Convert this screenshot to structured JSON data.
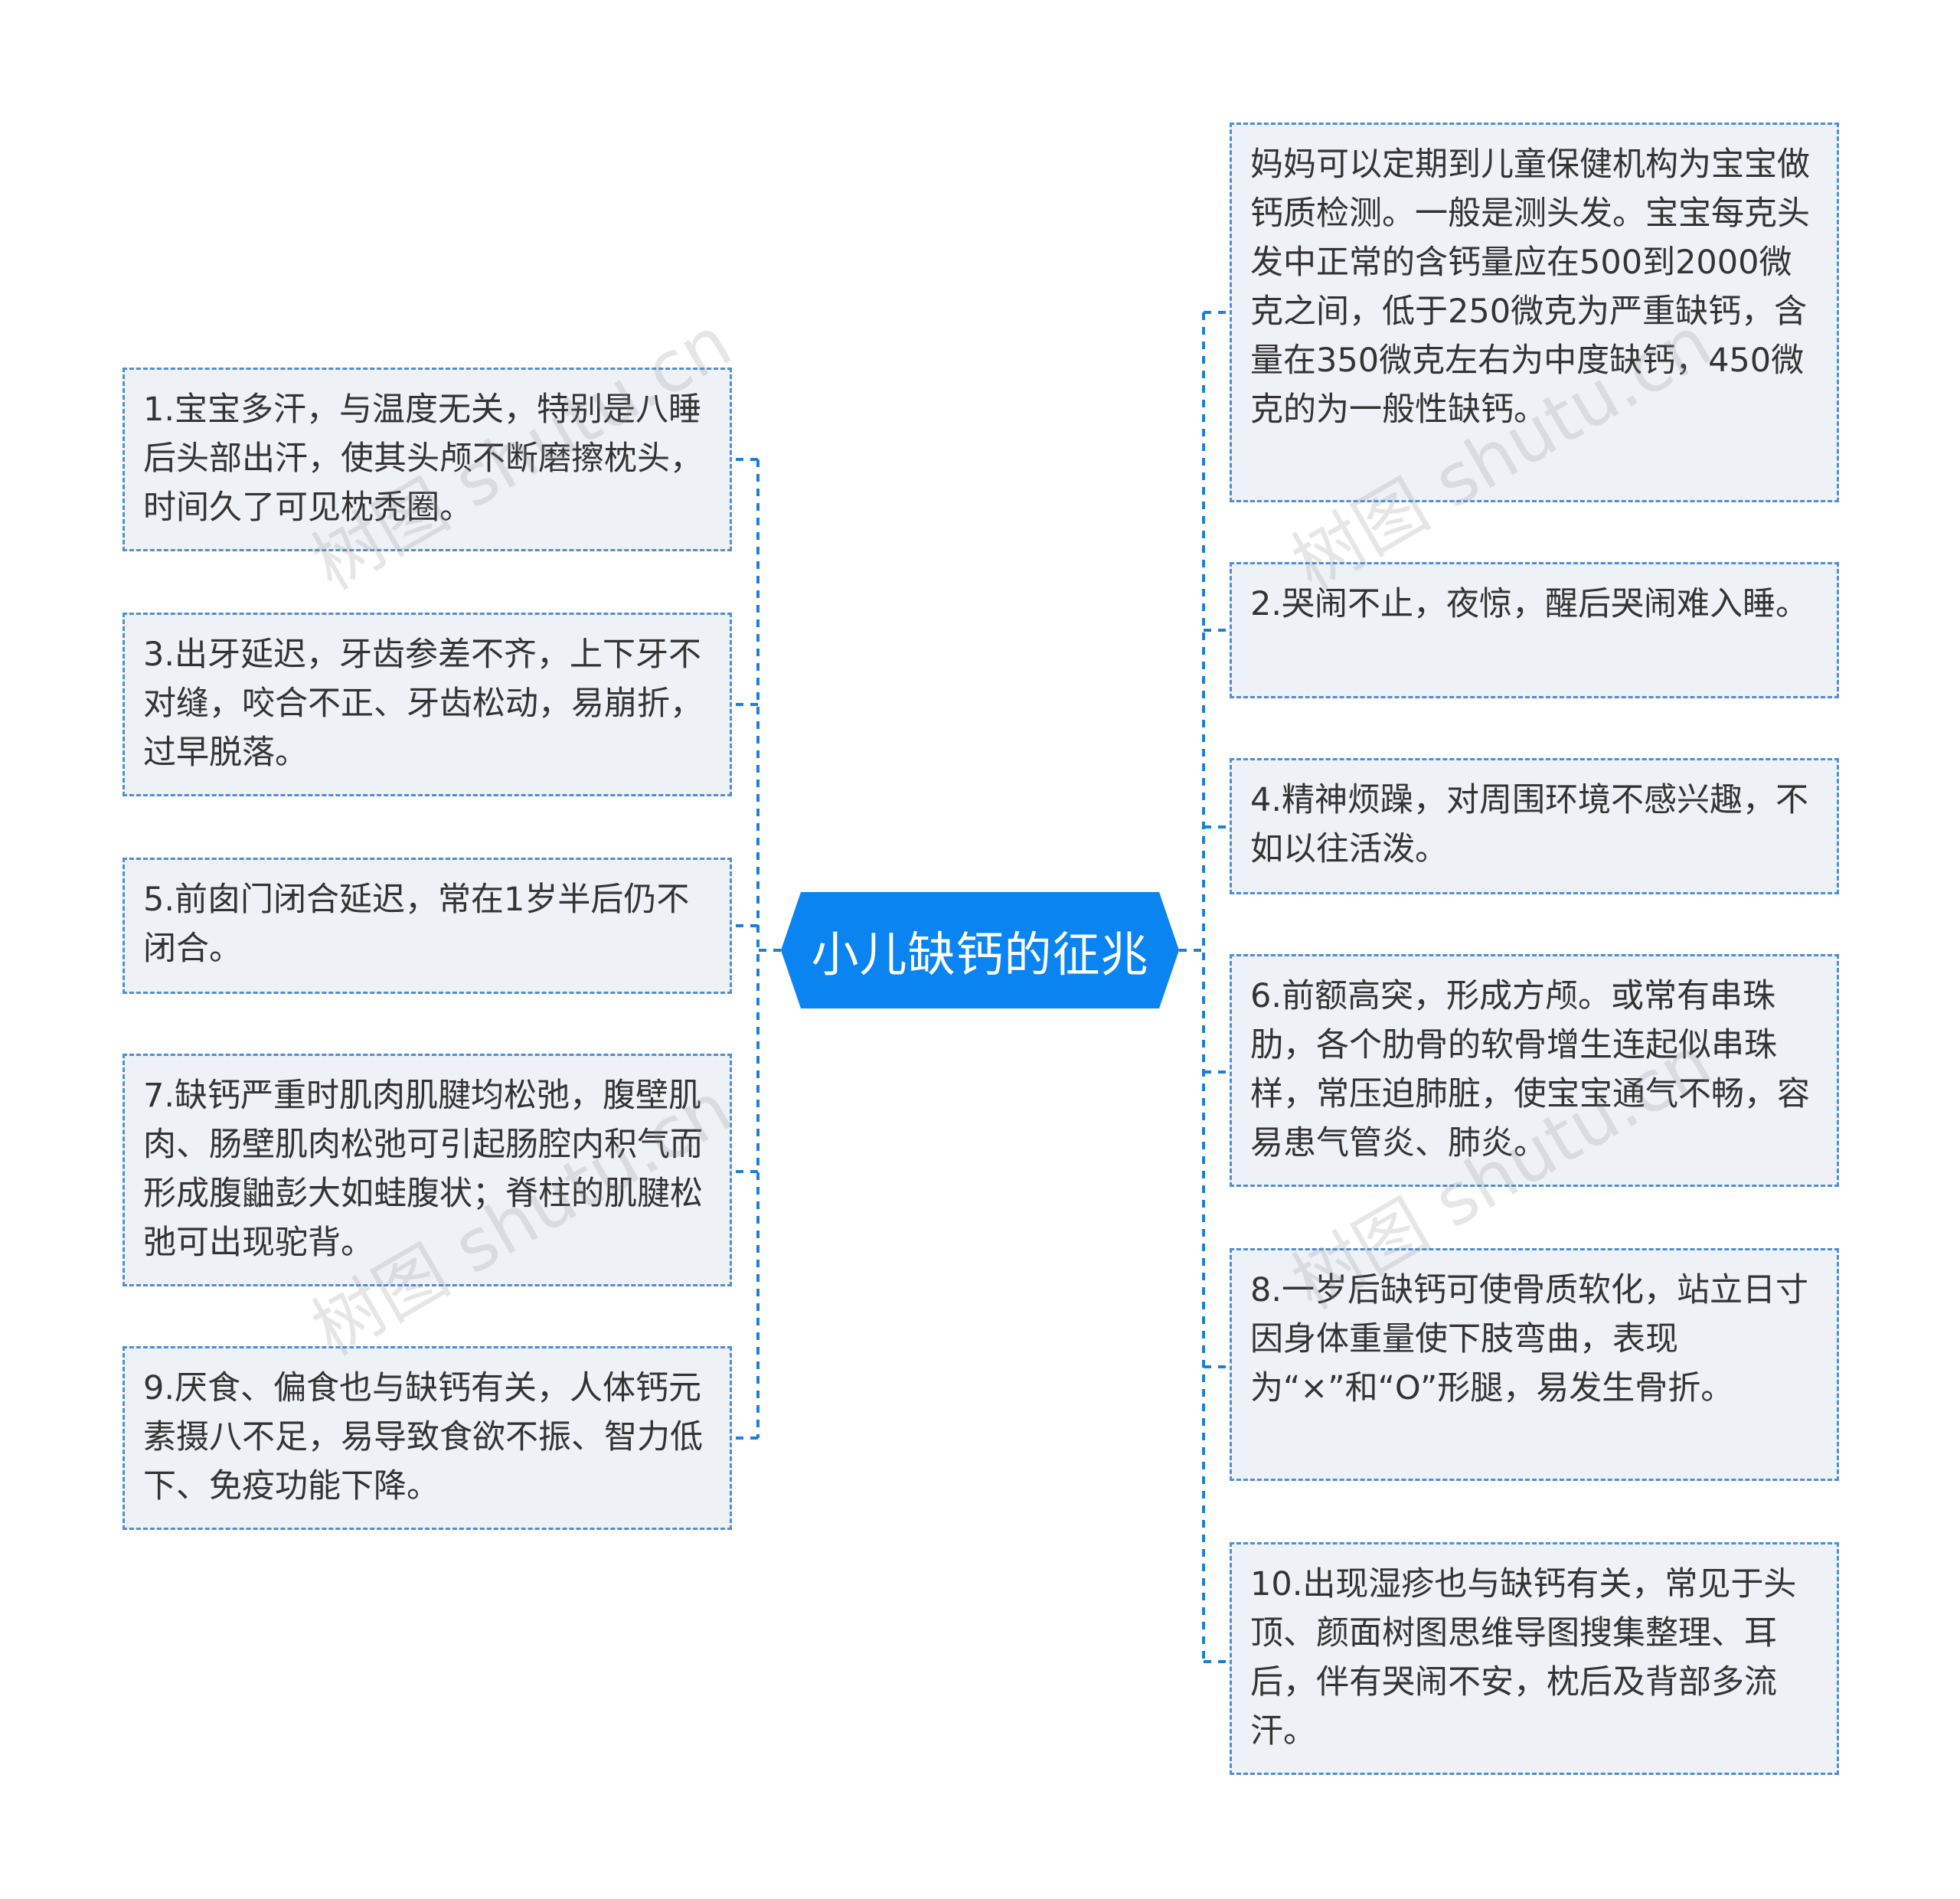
{
  "central": {
    "title": "小儿缺钙的征兆"
  },
  "left_nodes": [
    {
      "text": "1.宝宝多汗，与温度无关，特别是八睡后头部出汗，使其头颅不断磨擦枕头，时间久了可见枕秃圈。"
    },
    {
      "text": "3.出牙延迟，牙齿参差不齐，上下牙不对缝，咬合不正、牙齿松动，易崩折，过早脱落。"
    },
    {
      "text": "5.前囱门闭合延迟，常在1岁半后仍不闭合。"
    },
    {
      "text": "7.缺钙严重时肌肉肌腱均松弛，腹壁肌肉、肠壁肌肉松弛可引起肠腔内积气而形成腹鼬彭大如蛙腹状；脊柱的肌腱松弛可出现驼背。"
    },
    {
      "text": "9.厌食、偏食也与缺钙有关，人体钙元素摄八不足，易导致食欲不振、智力低下、免疫功能下降。"
    }
  ],
  "right_nodes": [
    {
      "text": "妈妈可以定期到儿童保健机构为宝宝做钙质检测。一般是测头发。宝宝每克头发中正常的含钙量应在500到2000微克之间，低于250微克为严重缺钙，含量在350微克左右为中度缺钙，450微克的为一般性缺钙。"
    },
    {
      "text": "2.哭闹不止，夜惊，醒后哭闹难入睡。"
    },
    {
      "text": "4.精神烦躁，对周围环境不感兴趣，不如以往活泼。"
    },
    {
      "text": "6.前额高突，形成方颅。或常有串珠肋，各个肋骨的软骨增生连起似串珠样，常压迫肺脏，使宝宝通气不畅，容易患气管炎、肺炎。"
    },
    {
      "text": "8.一岁后缺钙可使骨质软化，站立日寸因身体重量使下肢弯曲，表现为“×”和“O”形腿，易发生骨折。"
    },
    {
      "text": "10.出现湿疹也与缺钙有关，常见于头顶、颜面树图思维导图搜集整理、耳后，伴有哭闹不安，枕后及背部多流汗。"
    }
  ],
  "watermark": {
    "text": "树图 shutu.cn"
  },
  "colors": {
    "central_fill": "#0a84f0",
    "node_fill": "#eef1f6",
    "node_border": "#4f8fd3",
    "connector": "#1f7fd6",
    "text": "#333333"
  }
}
